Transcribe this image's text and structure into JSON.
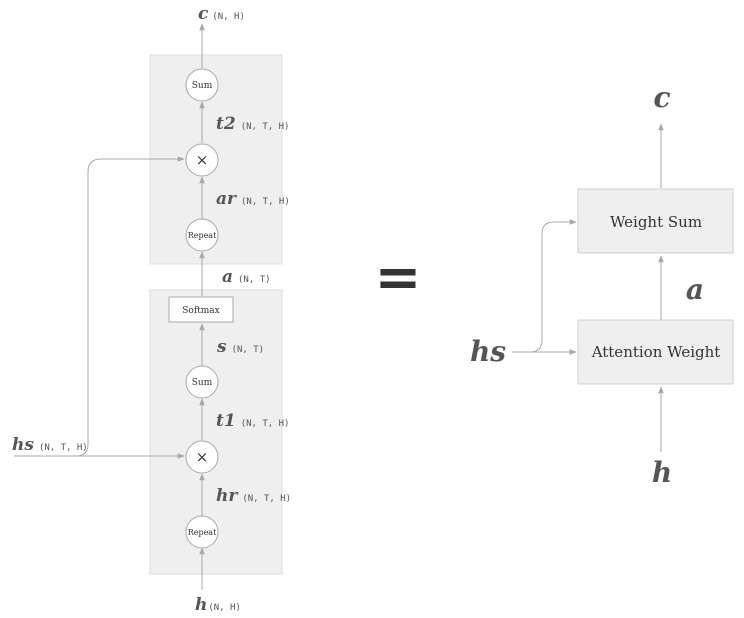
{
  "left": {
    "top": {
      "output": {
        "name": "c",
        "shape": "(N, H)"
      },
      "sum_node": "Sum",
      "t2": {
        "name": "t2",
        "shape": "(N, T, H)"
      },
      "mul_node": "×",
      "ar": {
        "name": "ar",
        "shape": "(N, T, H)"
      },
      "repeat_node": "Repeat"
    },
    "a": {
      "name": "a",
      "shape": "(N, T)"
    },
    "bottom": {
      "softmax_node": "Softmax",
      "s": {
        "name": "s",
        "shape": "(N, T)"
      },
      "sum_node": "Sum",
      "t1": {
        "name": "t1",
        "shape": "(N, T, H)"
      },
      "mul_node": "×",
      "hr": {
        "name": "hr",
        "shape": "(N, T, H)"
      },
      "repeat_node": "Repeat"
    },
    "hs": {
      "name": "hs",
      "shape": "(N, T, H)"
    },
    "h": {
      "name": "h",
      "shape": "(N, H)"
    }
  },
  "equals": "=",
  "right": {
    "c": "c",
    "weight_sum": "Weight Sum",
    "a": "a",
    "attention_weight": "Attention Weight",
    "hs": "hs",
    "h": "h"
  }
}
